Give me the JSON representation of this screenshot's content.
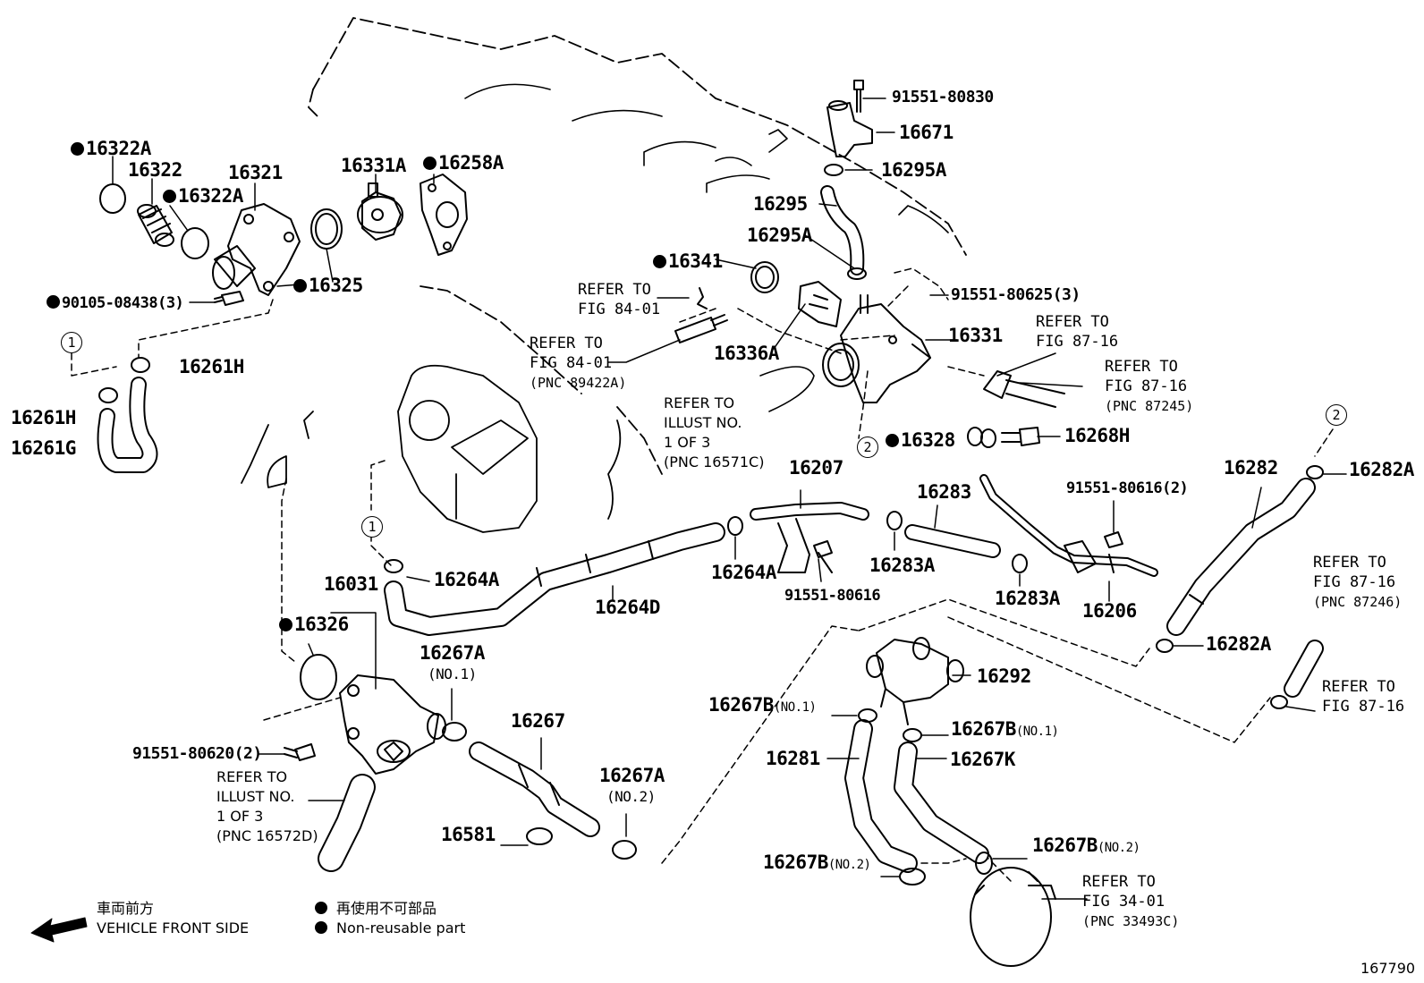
{
  "labels": {
    "p16322A_a": "16322A",
    "p16322": "16322",
    "p16322A_b": "16322A",
    "p16321": "16321",
    "p16331A": "16331A",
    "p16258A": "16258A",
    "p16325": "16325",
    "p90105": "90105-08438(3)",
    "p16261H_a": "16261H",
    "p16261H_b": "16261H",
    "p16261G": "16261G",
    "p91551_80830": "91551-80830",
    "p16671": "16671",
    "p16295A_a": "16295A",
    "p16295": "16295",
    "p16295A_b": "16295A",
    "p16341": "16341",
    "p91551_80625": "91551-80625(3)",
    "p16336A": "16336A",
    "p16331": "16331",
    "p16328": "16328",
    "p16268H": "16268H",
    "p16282": "16282",
    "p16282A_a": "16282A",
    "p91551_80616_2": "91551-80616(2)",
    "p16207": "16207",
    "p16283": "16283",
    "p16264A_a": "16264A",
    "p16264A_b": "16264A",
    "p16283A_a": "16283A",
    "p16283A_b": "16283A",
    "p91551_80616": "91551-80616",
    "p16264D": "16264D",
    "p16206": "16206",
    "p16282A_b": "16282A",
    "p16031": "16031",
    "p16326": "16326",
    "p16267A_1": "16267A",
    "p16267A_1_sub": "(NO.1)",
    "p16292": "16292",
    "p16267B_1a": "16267B",
    "p16267B_1a_sub": "(NO.1)",
    "p16267B_1b": "16267B",
    "p16267B_1b_sub": "(NO.1)",
    "p91551_80620": "91551-80620(2)",
    "p16267": "16267",
    "p16281": "16281",
    "p16267K": "16267K",
    "p16267A_2": "16267A",
    "p16267A_2_sub": "(NO.2)",
    "p16581": "16581",
    "p16267B_2a": "16267B",
    "p16267B_2a_sub": "(NO.2)",
    "p16267B_2b": "16267B",
    "p16267B_2b_sub": "(NO.2)"
  },
  "refs": {
    "r1": [
      "REFER TO",
      "FIG 84-01"
    ],
    "r2": [
      "REFER TO",
      "FIG 84-01",
      "(PNC 89422A)"
    ],
    "r3": [
      "REFER TO",
      "FIG 87-16"
    ],
    "r4": [
      "REFER TO",
      "FIG 87-16",
      "(PNC 87245)"
    ],
    "r5": [
      "REFER TO",
      "ILLUST NO.",
      "1 OF 3",
      "(PNC 16571C)"
    ],
    "r6": [
      "REFER TO",
      "FIG 87-16",
      "(PNC 87246)"
    ],
    "r7": [
      "REFER TO",
      "FIG 87-16"
    ],
    "r8": [
      "REFER TO",
      "ILLUST NO.",
      "1 OF 3",
      "(PNC 16572D)"
    ],
    "r9": [
      "REFER TO",
      "FIG 34-01",
      "(PNC 33493C)"
    ]
  },
  "circles": {
    "c1a": "1",
    "c1b": "1",
    "c2a": "2",
    "c2b": "2"
  },
  "legend": {
    "front_jp": "車両前方",
    "front_en": "VEHICLE FRONT SIDE",
    "nonreuse_jp": "再使用不可部品",
    "nonreuse_en": "Non-reusable part"
  },
  "figure_number": "167790"
}
